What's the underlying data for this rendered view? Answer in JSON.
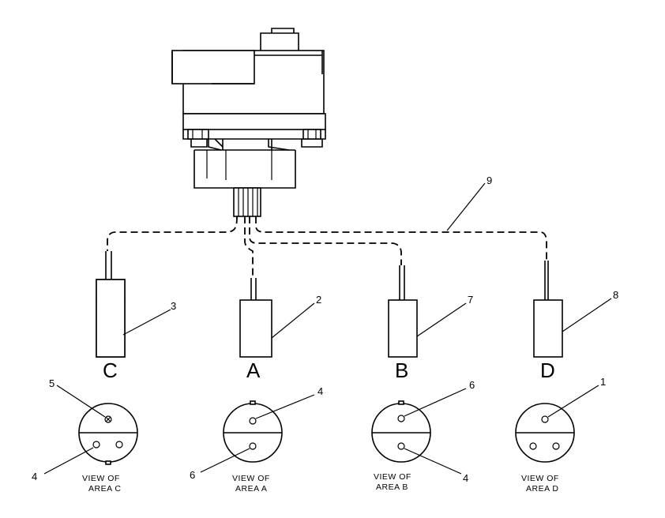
{
  "sensors": [
    {
      "id": "C",
      "letter": "C",
      "callout": "3",
      "view_line1": "VIEW OF",
      "view_line2": "AREA C",
      "pins": [
        {
          "callout": "5"
        },
        {
          "callout": "4"
        }
      ]
    },
    {
      "id": "A",
      "letter": "A",
      "callout": "2",
      "view_line1": "VIEW OF",
      "view_line2": "AREA A",
      "pins": [
        {
          "callout": "4"
        },
        {
          "callout": "6"
        }
      ]
    },
    {
      "id": "B",
      "letter": "B",
      "callout": "7",
      "view_line1": "VIEW OF",
      "view_line2": "AREA B",
      "pins": [
        {
          "callout": "6"
        },
        {
          "callout": "4"
        }
      ]
    },
    {
      "id": "D",
      "letter": "D",
      "callout": "8",
      "view_line1": "VIEW OF",
      "view_line2": "AREA D",
      "pins": [
        {
          "callout": "1"
        }
      ]
    }
  ],
  "harness": {
    "callout": "9"
  }
}
